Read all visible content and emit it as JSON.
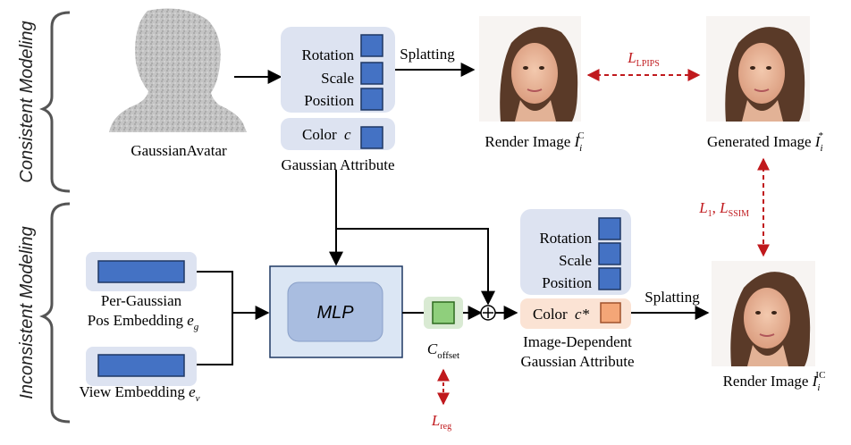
{
  "section_labels": {
    "consistent": "Consistent Modeling",
    "inconsistent": "Inconsistent Modeling"
  },
  "avatar": {
    "label": "GaussianAvatar"
  },
  "top_attributes": {
    "rows": [
      "Rotation",
      "Scale",
      "Position"
    ],
    "color_label": "Color",
    "color_var": "c",
    "caption": "Gaussian Attribute"
  },
  "splatting_top": "Splatting",
  "splatting_bottom": "Splatting",
  "render_top": {
    "text": "Render Image ",
    "var": "I",
    "sub": "i",
    "sup": "C"
  },
  "generated": {
    "text": "Generated Image ",
    "var": "I",
    "sub": "i",
    "sup": "*"
  },
  "render_bottom": {
    "text": "Render Image ",
    "var": "I",
    "sub": "i",
    "sup": "IC"
  },
  "losses": {
    "lpips": {
      "var": "L",
      "sub": "LPIPS"
    },
    "l1": {
      "var": "L",
      "sub": "1"
    },
    "ssim": {
      "var": "L",
      "sub": "SSIM"
    },
    "reg": {
      "var": "L",
      "sub": "reg"
    }
  },
  "embeddings": {
    "pos_line1": "Per-Gaussian",
    "pos_line2": "Pos Embedding ",
    "pos_var": "e",
    "pos_sub": "g",
    "view_text": "View Embedding ",
    "view_var": "e",
    "view_sub": "v"
  },
  "mlp": {
    "label": "MLP"
  },
  "offset": {
    "var": "C",
    "sub": "offset"
  },
  "bottom_attributes": {
    "rows": [
      "Rotation",
      "Scale",
      "Position"
    ],
    "color_label": "Color",
    "color_var": "c*",
    "caption_line1": "Image-Dependent",
    "caption_line2": "Gaussian Attribute"
  },
  "colors": {
    "attr_bg": "#dde3f1",
    "attr_square": "#4472c4",
    "mlp_bg": "#dbe6f4",
    "mlp_inner": "#a9bde0",
    "offset_bg": "#d9ead3",
    "offset_square": "#8fcf7c",
    "color_star_bg": "#fbe3d4",
    "color_star_square": "#f4a677",
    "loss_red": "#c0191d"
  }
}
